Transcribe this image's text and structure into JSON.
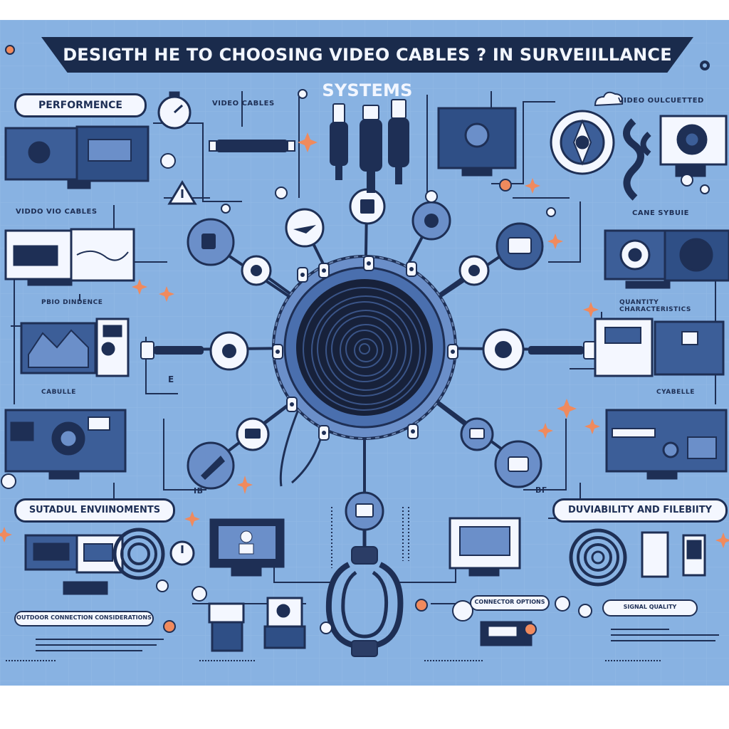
{
  "title": "DESIGTH HE TO CHOOSING   VIDEO CABLES ? IN SURVEIILLANCE SYSTEMS",
  "labels": {
    "performance": "PERFORMENCE",
    "video_cables": "VIDEO CABLES",
    "video_connected": "VIDEO OULCUETTED",
    "video_vio_cables": "VIDDO VIO CABLES",
    "cable_structure": "CANE SYBUIE",
    "suitable_environments": "SUTADUL ENVIINOMENTS",
    "durability_flexibility": "DUVIABILITY AND FILEBIITY",
    "cabulle": "CABULLE",
    "cabulle_right": "CYABELLE",
    "pbio_dinnence": "PBIO DINDENCE",
    "quantity_characteristics": "QUANTITY CHARACTERISTICS",
    "bottom_left_tab": "OUTDOOR CONNECTION CONSIDERATIONS",
    "bottom_mid_tab": "CONNECTOR OPTIONS",
    "bottom_right_tab": "SIGNAL QUALITY",
    "mark_e": "E",
    "mark_ib": "IB",
    "mark_bf": "BF"
  },
  "colors": {
    "background": "#88b2e2",
    "navy": "#1e2f55",
    "panel_dark": "#3c5e98",
    "panel_light": "#f4f7ff",
    "accent": "#f08a5d"
  },
  "icons": [
    "stopwatch-icon",
    "warning-icon",
    "gear-icon",
    "cloud-icon",
    "target-icon",
    "hub-icon",
    "coiled-cable-icon",
    "monitor-icon",
    "camera-icon",
    "connector-icon",
    "sparkle-icon"
  ]
}
